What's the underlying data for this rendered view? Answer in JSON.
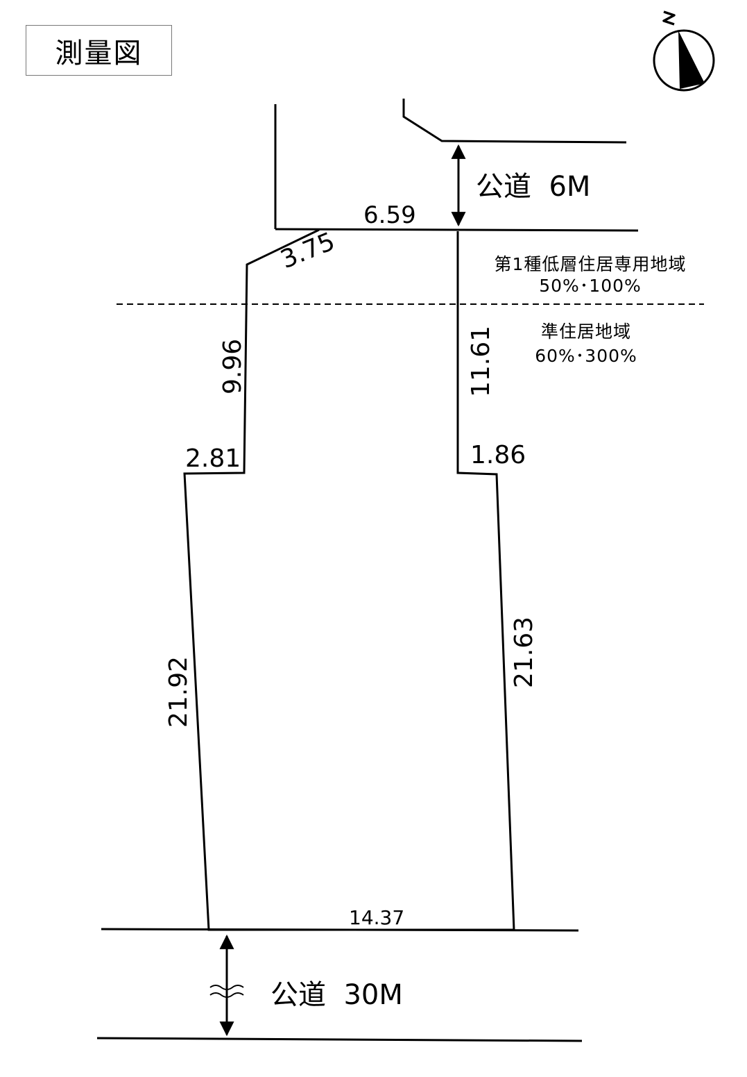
{
  "title": "測量図",
  "north": {
    "icon": "compass-north-arrow-icon",
    "letter": "N"
  },
  "roads": {
    "north": {
      "label": "公道",
      "width": "6M"
    },
    "south": {
      "label": "公道",
      "width": "30M"
    }
  },
  "zones": {
    "upper": {
      "name": "第1種低層住居専用地域",
      "ratio": "50%･100%"
    },
    "lower": {
      "name": "準住居地域",
      "ratio": "60%･300%"
    }
  },
  "dimensions": {
    "top": "6.59",
    "diagonal": "3.75",
    "upper_left": "9.96",
    "upper_right": "11.61",
    "step_left": "2.81",
    "step_right": "1.86",
    "lower_left": "21.92",
    "lower_right": "21.63",
    "bottom": "14.37"
  }
}
